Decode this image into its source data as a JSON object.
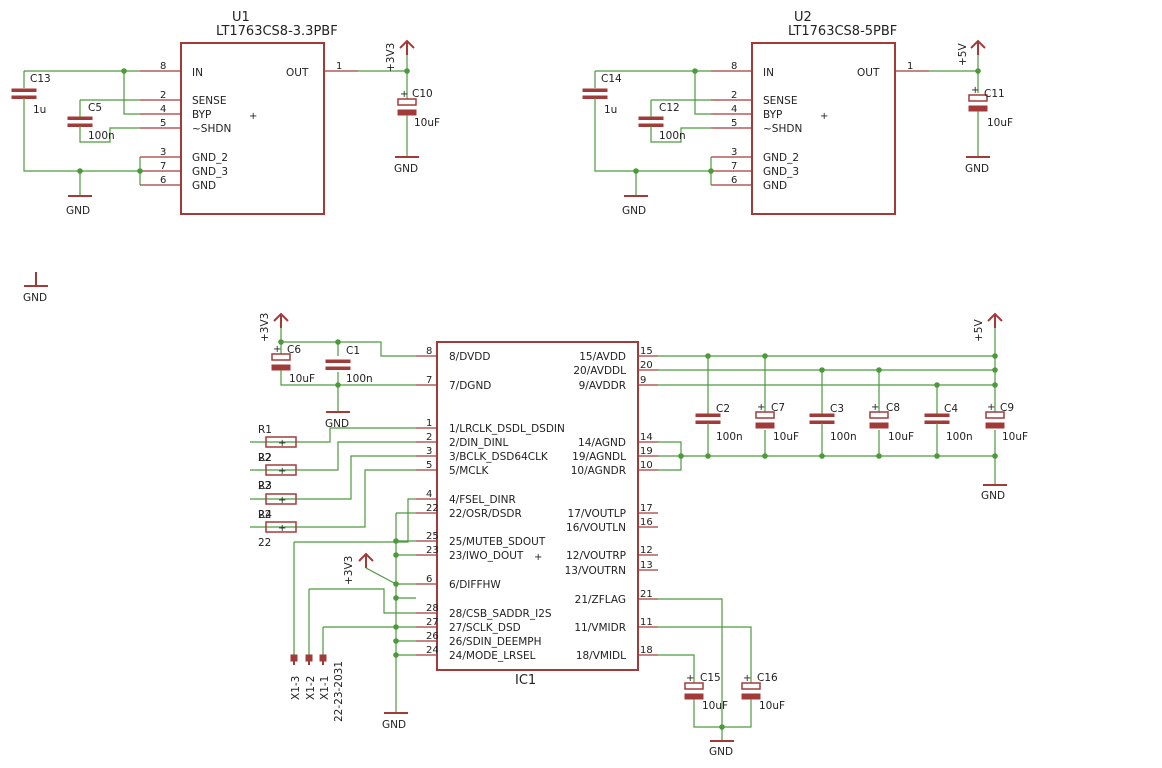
{
  "u1": {
    "name": "U1",
    "part": "LT1763CS8-3.3PBF",
    "pins": [
      {
        "num": "8",
        "label": "IN"
      },
      {
        "num": "2",
        "label": "SENSE"
      },
      {
        "num": "4",
        "label": "BYP"
      },
      {
        "num": "5",
        "label": "~SHDN"
      },
      {
        "num": "3",
        "label": "GND_2"
      },
      {
        "num": "7",
        "label": "GND_3"
      },
      {
        "num": "6",
        "label": "GND"
      },
      {
        "num": "1",
        "label": "OUT"
      }
    ],
    "power": "+3V3"
  },
  "u2": {
    "name": "U2",
    "part": "LT1763CS8-5PBF",
    "pins": [
      {
        "num": "8",
        "label": "IN"
      },
      {
        "num": "2",
        "label": "SENSE"
      },
      {
        "num": "4",
        "label": "BYP"
      },
      {
        "num": "5",
        "label": "~SHDN"
      },
      {
        "num": "3",
        "label": "GND_2"
      },
      {
        "num": "7",
        "label": "GND_3"
      },
      {
        "num": "6",
        "label": "GND"
      },
      {
        "num": "1",
        "label": "OUT"
      }
    ],
    "power": "+5V"
  },
  "caps": {
    "c13": {
      "name": "C13",
      "value": "1u"
    },
    "c5": {
      "name": "C5",
      "value": "100n"
    },
    "c10": {
      "name": "C10",
      "value": "10uF"
    },
    "c14": {
      "name": "C14",
      "value": "1u"
    },
    "c12": {
      "name": "C12",
      "value": "100n"
    },
    "c11": {
      "name": "C11",
      "value": "10uF"
    },
    "c6": {
      "name": "C6",
      "value": "10uF"
    },
    "c1": {
      "name": "C1",
      "value": "100n"
    },
    "c2": {
      "name": "C2",
      "value": "100n"
    },
    "c7": {
      "name": "C7",
      "value": "10uF"
    },
    "c3": {
      "name": "C3",
      "value": "100n"
    },
    "c8": {
      "name": "C8",
      "value": "10uF"
    },
    "c4": {
      "name": "C4",
      "value": "100n"
    },
    "c9": {
      "name": "C9",
      "value": "10uF"
    },
    "c15": {
      "name": "C15",
      "value": "10uF"
    },
    "c16": {
      "name": "C16",
      "value": "10uF"
    }
  },
  "resistors": {
    "r1": {
      "name": "R1",
      "value": "22"
    },
    "r2": {
      "name": "R2",
      "value": "22"
    },
    "r3": {
      "name": "R3",
      "value": "22"
    },
    "r4": {
      "name": "R4",
      "value": "22"
    }
  },
  "ic1": {
    "name": "IC1",
    "left_pins": [
      {
        "num": "8",
        "label": "8/DVDD"
      },
      {
        "num": "7",
        "label": "7/DGND"
      },
      {
        "num": "1",
        "label": "1/LRCLK_DSDL_DSDIN"
      },
      {
        "num": "2",
        "label": "2/DIN_DINL"
      },
      {
        "num": "3",
        "label": "3/BCLK_DSD64CLK"
      },
      {
        "num": "5",
        "label": "5/MCLK"
      },
      {
        "num": "4",
        "label": "4/FSEL_DINR"
      },
      {
        "num": "22",
        "label": "22/OSR/DSDR"
      },
      {
        "num": "25",
        "label": "25/MUTEB_SDOUT"
      },
      {
        "num": "23",
        "label": "23/IWO_DOUT"
      },
      {
        "num": "6",
        "label": "6/DIFFHW"
      },
      {
        "num": "28",
        "label": "28/CSB_SADDR_I2S"
      },
      {
        "num": "27",
        "label": "27/SCLK_DSD"
      },
      {
        "num": "26",
        "label": "26/SDIN_DEEMPH"
      },
      {
        "num": "24",
        "label": "24/MODE_LRSEL"
      }
    ],
    "right_pins": [
      {
        "num": "15",
        "label": "15/AVDD"
      },
      {
        "num": "20",
        "label": "20/AVDDL"
      },
      {
        "num": "9",
        "label": "9/AVDDR"
      },
      {
        "num": "14",
        "label": "14/AGND"
      },
      {
        "num": "19",
        "label": "19/AGNDL"
      },
      {
        "num": "10",
        "label": "10/AGNDR"
      },
      {
        "num": "17",
        "label": "17/VOUTLP"
      },
      {
        "num": "16",
        "label": "16/VOUTLN"
      },
      {
        "num": "12",
        "label": "12/VOUTRP"
      },
      {
        "num": "13",
        "label": "13/VOUTRN"
      },
      {
        "num": "21",
        "label": "21/ZFLAG"
      },
      {
        "num": "11",
        "label": "11/VMIDR"
      },
      {
        "num": "18",
        "label": "18/VMIDL"
      }
    ]
  },
  "gnd": "GND",
  "v33": "+3V3",
  "v5": "+5V",
  "x1": {
    "pins": [
      "X1-3",
      "X1-2",
      "X1-1"
    ],
    "part": "22-23-2031"
  }
}
